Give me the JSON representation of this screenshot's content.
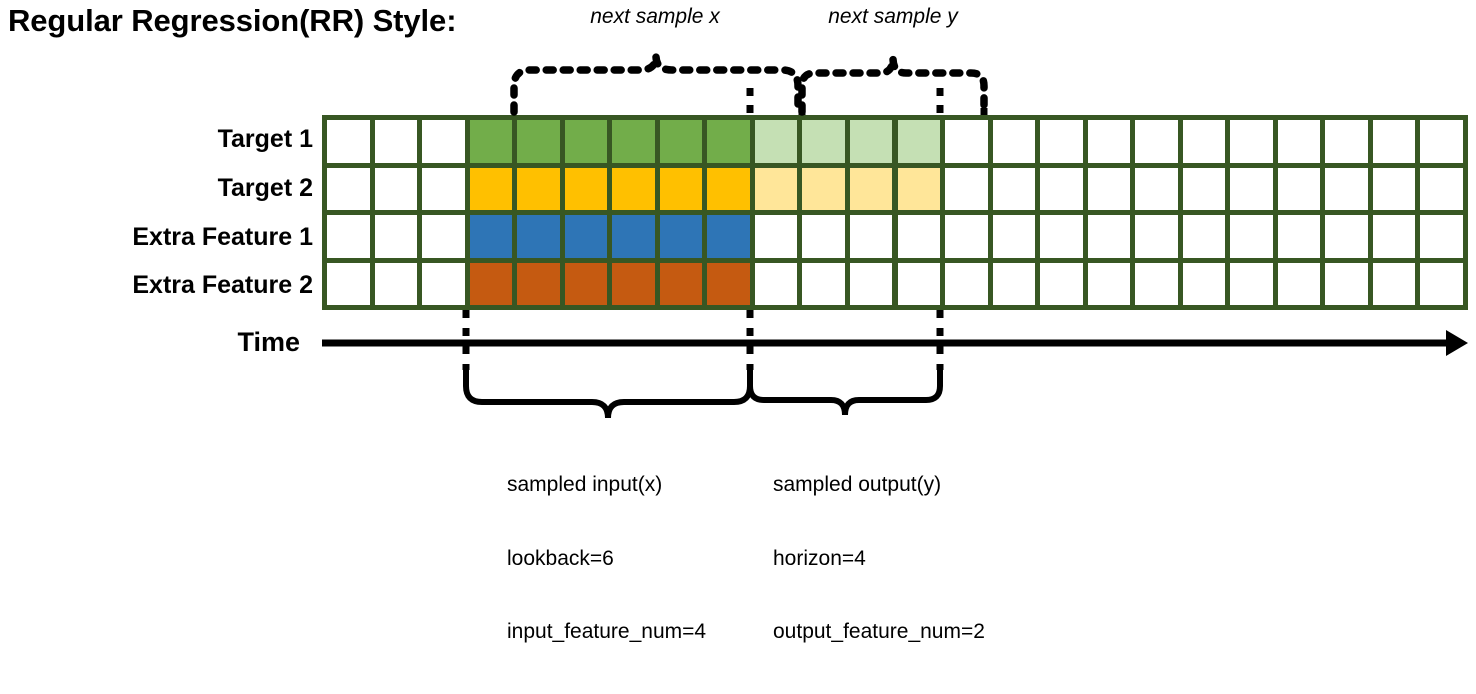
{
  "title": "Regular Regression(RR) Style:",
  "top_labels": {
    "next_sample_x": "next sample x",
    "next_sample_y": "next sample y"
  },
  "rows": [
    {
      "label": "Target 1",
      "fill_dark": "#72AD4A",
      "fill_light": "#C5E0B4",
      "has_output": true
    },
    {
      "label": "Target 2",
      "fill_dark": "#FFC000",
      "fill_light": "#FFE699",
      "has_output": true
    },
    {
      "label": "Extra Feature 1",
      "fill_dark": "#2E75B6",
      "fill_light": "",
      "has_output": false
    },
    {
      "label": "Extra Feature 2",
      "fill_dark": "#C55A11",
      "fill_light": "",
      "has_output": false
    }
  ],
  "grid": {
    "total_columns": 24,
    "input_start_column": 4,
    "input_end_column": 9,
    "output_start_column": 10,
    "output_end_column": 13,
    "border_color": "#385723",
    "empty_fill": "#FFFFFF"
  },
  "time_axis": {
    "label": "Time"
  },
  "captions": {
    "input": {
      "line1": "sampled input(x)",
      "line2": "lookback=6",
      "line3": "input_feature_num=4"
    },
    "output": {
      "line1": "sampled output(y)",
      "line2": "horizon=4",
      "line3": "output_feature_num=2"
    }
  },
  "chart_data": {
    "type": "table",
    "title": "Regular Regression(RR) Style:",
    "columns": 24,
    "rows": [
      "Target 1",
      "Target 2",
      "Extra Feature 1",
      "Extra Feature 2"
    ],
    "regions": [
      {
        "name": "sampled input(x)",
        "columns": [
          4,
          9
        ],
        "rows": [
          "Target 1",
          "Target 2",
          "Extra Feature 1",
          "Extra Feature 2"
        ],
        "lookback": 6,
        "input_feature_num": 4
      },
      {
        "name": "sampled output(y)",
        "columns": [
          10,
          13
        ],
        "rows": [
          "Target 1",
          "Target 2"
        ],
        "horizon": 4,
        "output_feature_num": 2
      }
    ]
  }
}
